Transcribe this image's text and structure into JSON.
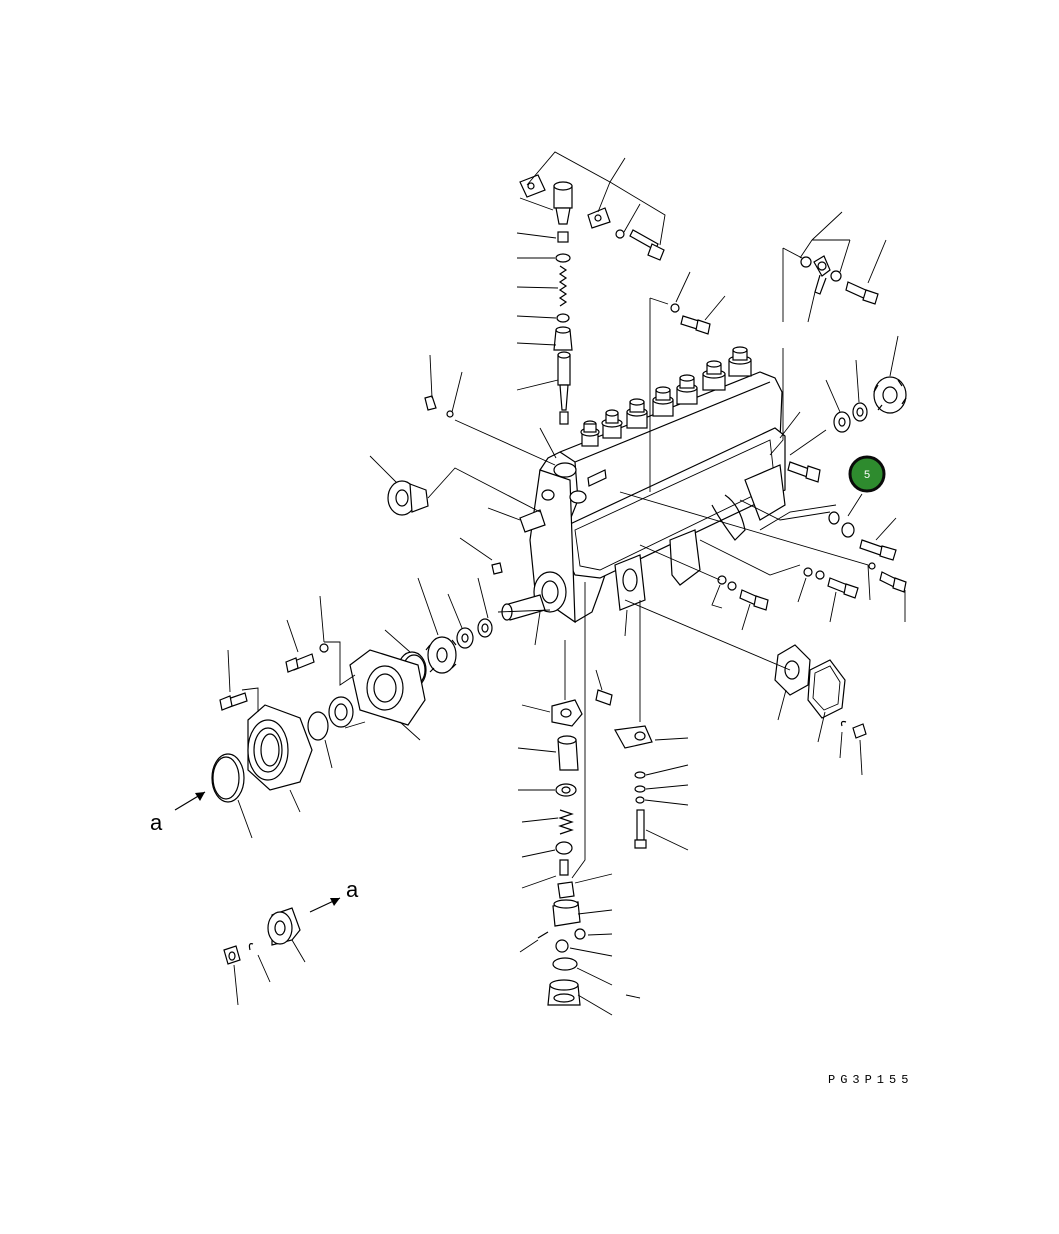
{
  "diagram": {
    "view_label_a1": "a",
    "view_label_a2": "a",
    "drawing_code": "PG3P155",
    "callout_number": "5",
    "callout_color": "#2e8b2e",
    "callout_border": "#0a0a0a",
    "line_color": "#000000",
    "background": "#ffffff"
  }
}
